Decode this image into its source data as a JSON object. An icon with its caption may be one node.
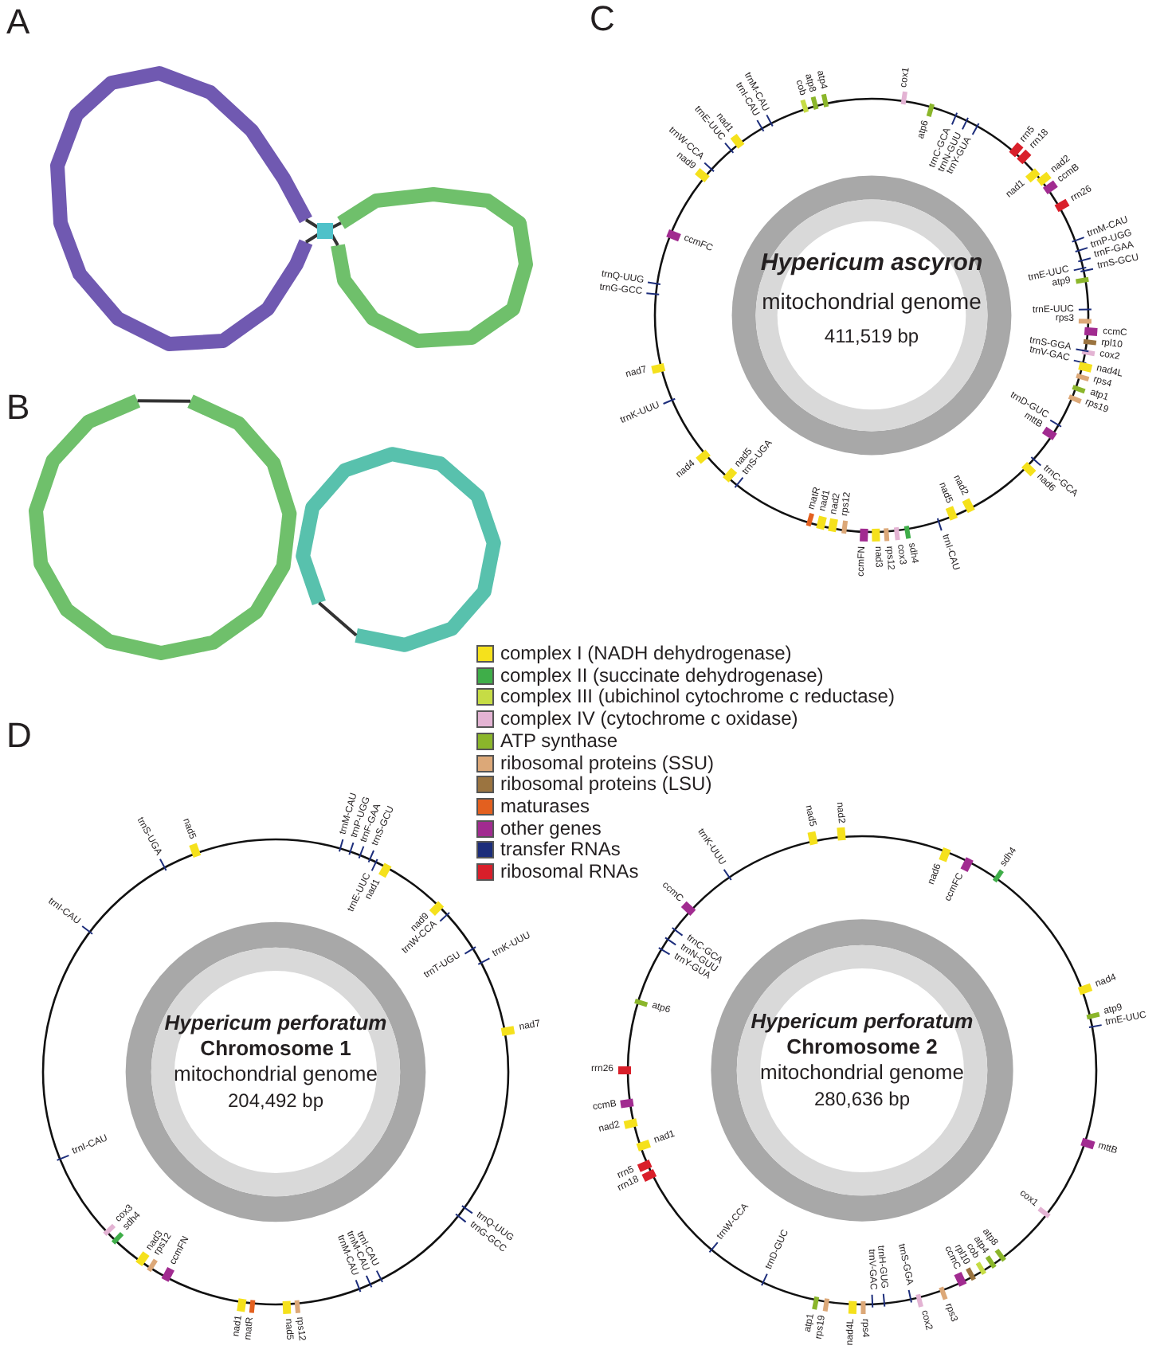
{
  "diagram": {
    "labels": [
      "A",
      "B",
      "C",
      "D",
      "Hypericum ascyron",
      "mitochondrial genome",
      "411,519 bp",
      "cox1",
      "atp6",
      "trnC-GCA",
      "trnN-GUU",
      "trnY-GUA",
      "rrn5",
      "rrn18",
      "nad1",
      "nad2",
      "ccmB",
      "rrn26",
      "trnM-CAU",
      "trnP-UGG",
      "trnF-GAA",
      "trnS-GCU",
      "trnE-UUC",
      "atp9",
      "trnE-UUC",
      "rps3",
      "ccmC",
      "rpl10",
      "cox2",
      "trnS-GGA",
      "trnV-GAC",
      "nad4L",
      "rps4",
      "atp1",
      "rps19",
      "trnD-GUC",
      "mttB",
      "trnC-GCA",
      "nad6",
      "nad2",
      "nad5",
      "trnI-CAU",
      "sdh4",
      "cox3",
      "rps12",
      "nad3",
      "ccmFN",
      "rps12",
      "nad2",
      "nad1",
      "matR",
      "trnS-UGA",
      "nad5",
      "nad4",
      "trnK-UUU",
      "nad7",
      "trnG-GCC",
      "trnQ-UUG",
      "ccmFC",
      "nad9",
      "trnW-CCA",
      "trnE-UUC",
      "nad1",
      "trnI-CAU",
      "trnM-CAU",
      "cob",
      "atp8",
      "atp4",
      "Hypericum perforatum",
      "Chromosome 1",
      "mitochondrial genome",
      "204,492 bp",
      "trnM-CAU",
      "trnP-UGG",
      "trnF-GAA",
      "trnS-GCU",
      "trnE-UUC",
      "nad1",
      "nad9",
      "trnW-CCA",
      "trnT-UGU",
      "trnK-UUU",
      "nad7",
      "trnQ-UUG",
      "trnG-GCC",
      "trnI-CAU",
      "trnM-CAU",
      "trnM-CAU",
      "rps12",
      "nad5",
      "matR",
      "nad1",
      "ccmFN",
      "rps12",
      "nad3",
      "sdh4",
      "cox3",
      "trnI-CAU",
      "trnI-CAU",
      "trnS-UGA",
      "nad5",
      "Hypericum perforatum",
      "Chromosome 2",
      "mitochondrial genome",
      "280,636 bp",
      "nad6",
      "ccmFC",
      "sdh4",
      "nad4",
      "atp9",
      "trnE-UUC",
      "mttB",
      "cox1",
      "atp8",
      "atp4",
      "cob",
      "rpl10",
      "ccmC",
      "rps3",
      "cox2",
      "trnS-GGA",
      "trnH-GUG",
      "trnV-GAC",
      "rps4",
      "nad4L",
      "rps19",
      "atp1",
      "trnD-GUC",
      "trnW-CCA",
      "rrn18",
      "rrn5",
      "nad1",
      "nad2",
      "ccmB",
      "rrn26",
      "atp6",
      "trnY-GUA",
      "trnN-GUU",
      "trnC-GCA",
      "ccmC",
      "trnK-UUU",
      "nad5",
      "nad2"
    ],
    "legend": [
      {
        "text": "complex I (NADH dehydrogenase)",
        "color": "#f5e11c"
      },
      {
        "text": "complex II (succinate dehydrogenase)",
        "color": "#3fae49"
      },
      {
        "text": "complex III (ubichinol cytochrome c reductase)",
        "color": "#c6dc45"
      },
      {
        "text": "complex IV (cytochrome c oxidase)",
        "color": "#e3b3d3"
      },
      {
        "text": "ATP synthase",
        "color": "#8bb62b"
      },
      {
        "text": "ribosomal proteins (SSU)",
        "color": "#dca878"
      },
      {
        "text": "ribosomal proteins (LSU)",
        "color": "#9b7440"
      },
      {
        "text": "maturases",
        "color": "#e3601f"
      },
      {
        "text": "other genes",
        "color": "#a12b90"
      },
      {
        "text": "transfer RNAs",
        "color": "#1c2d7b"
      },
      {
        "text": "ribosomal RNAs",
        "color": "#d91f2a"
      }
    ]
  }
}
